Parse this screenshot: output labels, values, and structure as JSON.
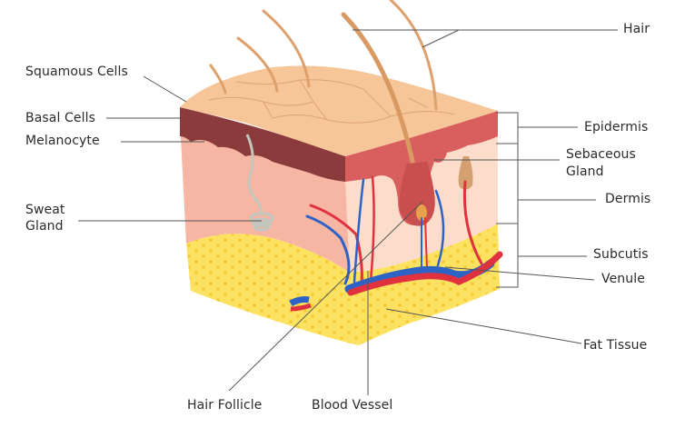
{
  "title": "Human Skin Anatomy",
  "labels": {
    "hair": "Hair",
    "squamous_cells": "Squamous Cells",
    "basal_cells": "Basal Cells",
    "melanocyte": "Melanocyte",
    "sweat_gland_line1": "Sweat",
    "sweat_gland_line2": "Gland",
    "epidermis": "Epidermis",
    "sebaceous_gland_line1": "Sebaceous",
    "sebaceous_gland_line2": "Gland",
    "dermis": "Dermis",
    "subcutis": "Subcutis",
    "venule": "Venule",
    "fat_tissue": "Fat Tissue",
    "hair_follicle": "Hair Follicle",
    "blood_vessel": "Blood Vessel"
  },
  "colors": {
    "surface": "#f6c79a",
    "epidermis_dark": "#8c3a3a",
    "epidermis_light": "#d9605f",
    "dermis_front": "#f7b8a8",
    "dermis_side": "#fbd9c8",
    "fat": "#f7d23a",
    "fat_cell": "#fbe15e",
    "artery": "#e0313f",
    "vein": "#2e63c6",
    "hair": "#e0a26b",
    "leader": "#555555"
  }
}
